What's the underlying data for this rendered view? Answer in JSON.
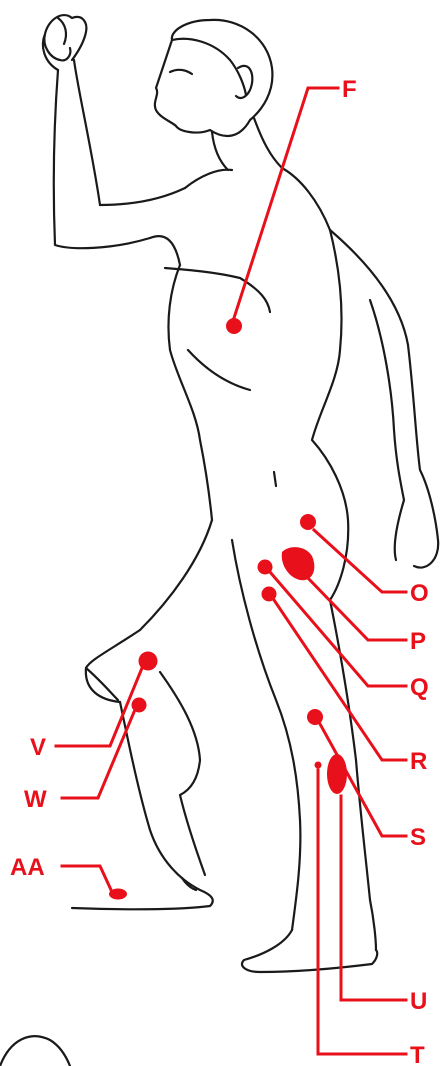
{
  "colors": {
    "marker": "#e8101a",
    "outline": "#1a1a1a",
    "background": "#ffffff"
  },
  "labels": {
    "F": "F",
    "O": "O",
    "P": "P",
    "Q": "Q",
    "R": "R",
    "S": "S",
    "U": "U",
    "T": "T",
    "V": "V",
    "W": "W",
    "AA": "AA"
  }
}
